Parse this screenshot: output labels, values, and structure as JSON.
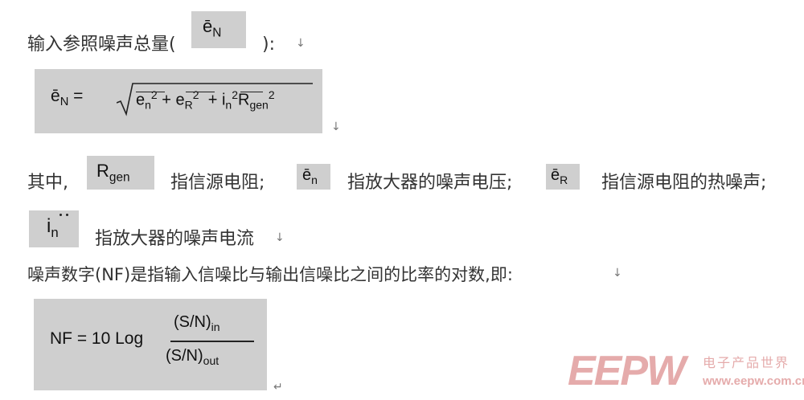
{
  "line1": {
    "text": "输入参照噪声总量(",
    "close": "):",
    "symbol": "ē",
    "sub": "N"
  },
  "formula1": {
    "lhs": "ē",
    "lhs_sub": "N",
    "eq": "=",
    "t1": "e",
    "t1_sub": "n",
    "t1_sup": "2",
    "plus1": "+",
    "t2": "e",
    "t2_sub": "R",
    "t2_sup": "2",
    "plus2": "+",
    "t3": "i",
    "t3_sub": "n",
    "t3_sup": "2",
    "t3_r": "R",
    "t3_r_sub": "gen",
    "t3_r_sup": "2"
  },
  "line2": {
    "intro": "其中,",
    "rgen_sym": "R",
    "rgen_sub": "gen",
    "rgen_desc": "指信源电阻;",
    "en_sym": "ē",
    "en_sub": "n",
    "en_desc": "指放大器的噪声电压;",
    "er_sym": "ē",
    "er_sub": "R",
    "er_desc": "指信源电阻的热噪声;"
  },
  "line3": {
    "in_sym": "i",
    "in_sub": "n",
    "in_desc": "指放大器的噪声电流"
  },
  "line4": {
    "text": "噪声数字(NF)是指输入信噪比与输出信噪比之间的比率的对数,即:"
  },
  "formula2": {
    "lhs": "NF = 10 Log",
    "num": "(S/N)",
    "num_sub": "in",
    "den": "(S/N)",
    "den_sub": "out"
  },
  "marks": {
    "down": "↓",
    "ret": "↵"
  },
  "watermark": {
    "logo": "EEPW",
    "cn": "电子产品世界",
    "url": "www.eepw.com.cn"
  },
  "colors": {
    "box": "#cfcfcf",
    "watermark": "#e5abab"
  }
}
